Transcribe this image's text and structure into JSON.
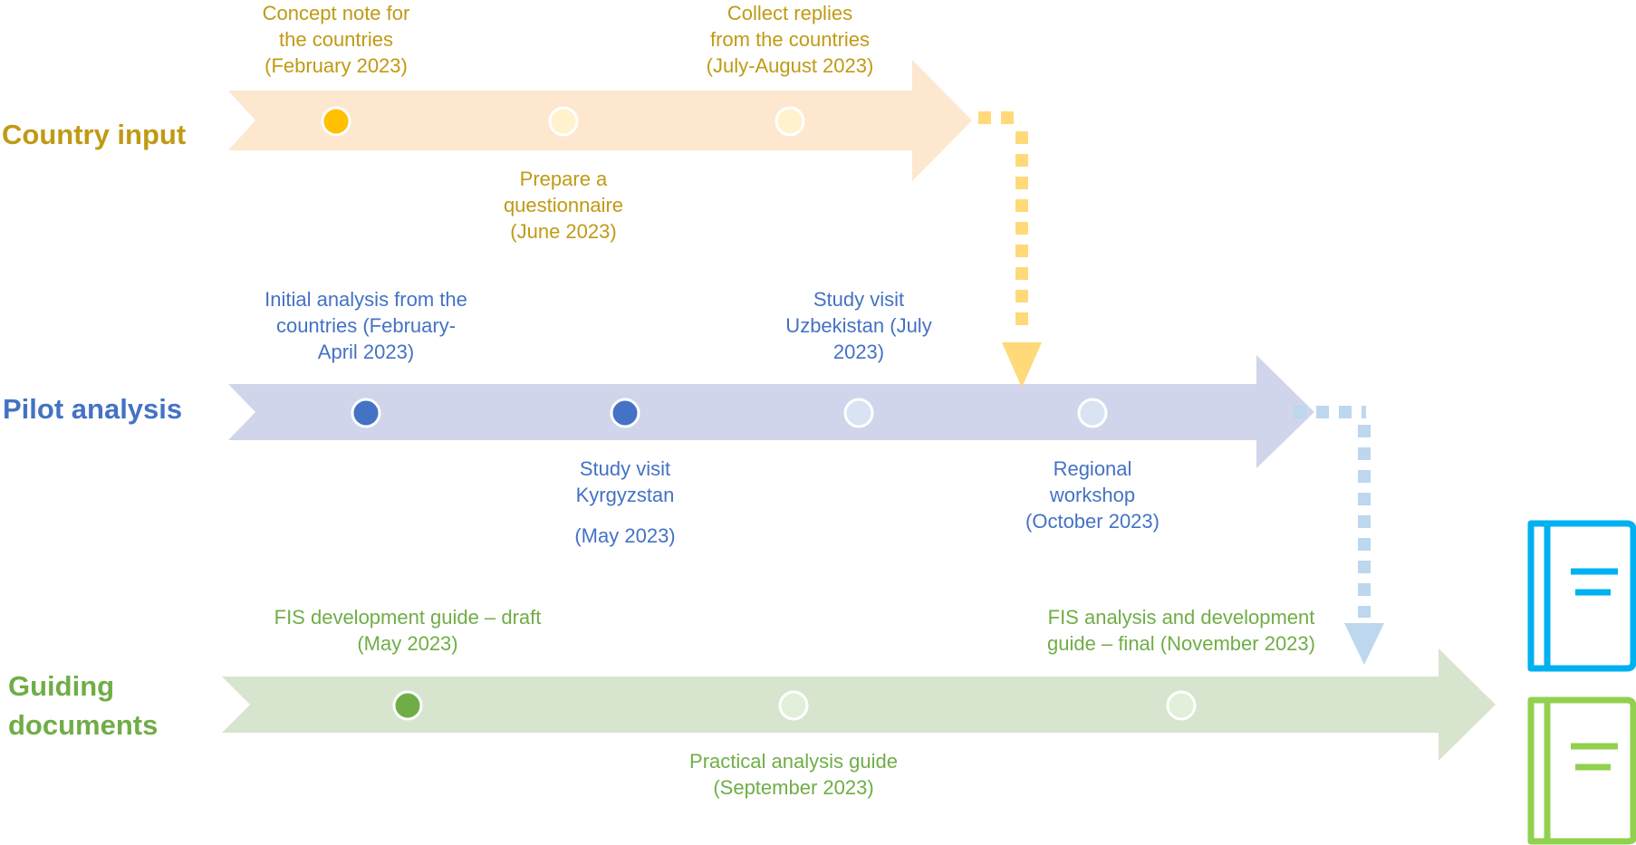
{
  "colors": {
    "country_text": "#c09a14",
    "pilot_text": "#4472c4",
    "guiding_text": "#70ad47",
    "country_arrow": "#fde7cf",
    "pilot_arrow": "#d0d5eb",
    "guiding_arrow": "#d7e5cf",
    "country_connector": "#ffd97a",
    "pilot_connector": "#bdd7ee",
    "document_icon_blue": "#00b0f0",
    "document_icon_green": "#92d050"
  },
  "lanes": {
    "country": {
      "label": "Country input",
      "milestones": [
        {
          "state": "done",
          "text": "Concept note for\nthe countries\n(February 2023)"
        },
        {
          "state": "pending",
          "text": "Prepare a\nquestionnaire\n(June 2023)"
        },
        {
          "state": "pending",
          "text": "Collect replies\nfrom the countries\n(July-August 2023)"
        }
      ]
    },
    "pilot": {
      "label": "Pilot analysis",
      "milestones": [
        {
          "state": "done",
          "text": "Initial analysis from the\ncountries (February-\nApril 2023)"
        },
        {
          "state": "done",
          "text": "Study visit\nKyrgyzstan",
          "date": "(May 2023)"
        },
        {
          "state": "pending",
          "text": "Study visit\nUzbekistan (July\n2023)"
        },
        {
          "state": "pending",
          "text": "Regional\nworkshop\n(October 2023)"
        }
      ]
    },
    "guiding": {
      "label": "Guiding\ndocuments",
      "milestones": [
        {
          "state": "done",
          "text": "FIS development guide – draft\n(May 2023)"
        },
        {
          "state": "pending",
          "text": "Practical analysis guide\n(September 2023)"
        },
        {
          "state": "pending",
          "text": "FIS analysis and development\nguide – final (November 2023)"
        }
      ]
    }
  },
  "icons": [
    "document-icon-blue",
    "document-icon-green"
  ]
}
